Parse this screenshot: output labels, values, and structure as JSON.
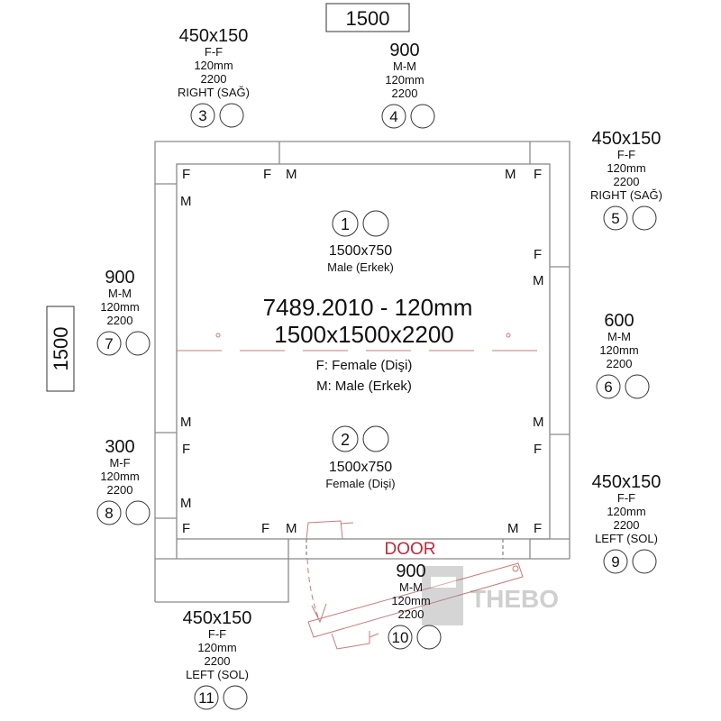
{
  "top_dimension": "1500",
  "left_dimension": "1500",
  "title": "7489.2010 - 120mm",
  "size": "1500x1500x2200",
  "legend": {
    "f": "F: Female (Dişi)",
    "m": "M: Male (Erkek)"
  },
  "door_label": "DOOR",
  "watermark": "THEBO",
  "floor_panels": [
    {
      "num": "1",
      "size": "1500x750",
      "type": "Male (Erkek)"
    },
    {
      "num": "2",
      "size": "1500x750",
      "type": "Female (Dişi)"
    }
  ],
  "panels": [
    {
      "num": "3",
      "lines": [
        "450x150",
        "F-F",
        "120mm",
        "2200",
        "RIGHT (SAĞ)"
      ]
    },
    {
      "num": "4",
      "lines": [
        "900",
        "M-M",
        "120mm",
        "2200"
      ]
    },
    {
      "num": "5",
      "lines": [
        "450x150",
        "F-F",
        "120mm",
        "2200",
        "RIGHT (SAĞ)"
      ]
    },
    {
      "num": "6",
      "lines": [
        "600",
        "M-M",
        "120mm",
        "2200"
      ]
    },
    {
      "num": "7",
      "lines": [
        "900",
        "M-M",
        "120mm",
        "2200"
      ]
    },
    {
      "num": "8",
      "lines": [
        "300",
        "M-F",
        "120mm",
        "2200"
      ]
    },
    {
      "num": "9",
      "lines": [
        "450x150",
        "F-F",
        "120mm",
        "2200",
        "LEFT (SOL)"
      ]
    },
    {
      "num": "10",
      "lines": [
        "900",
        "M-M",
        "120mm",
        "2200"
      ]
    },
    {
      "num": "11",
      "lines": [
        "450x150",
        "F-F",
        "120mm",
        "2200",
        "LEFT (SOL)"
      ]
    }
  ],
  "joint_marks": {
    "f": "F",
    "m": "M"
  },
  "colors": {
    "door": "#c0283a",
    "wall": "#8a8a8a"
  }
}
